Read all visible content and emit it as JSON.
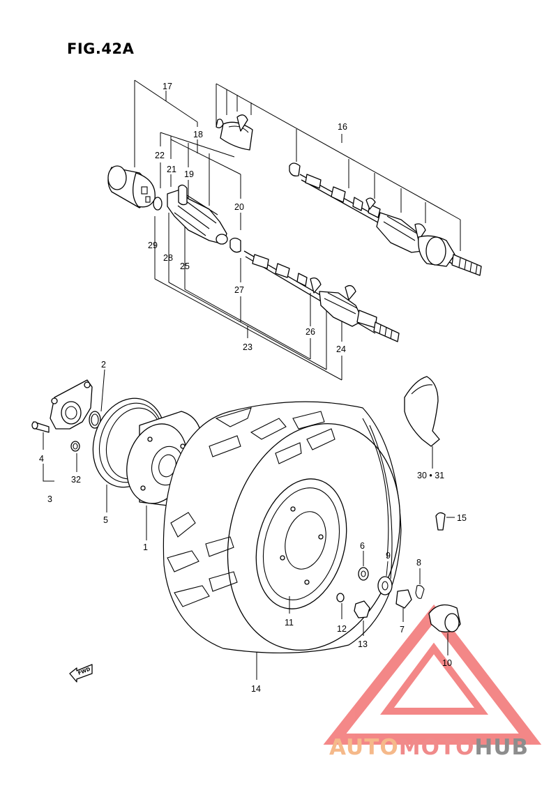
{
  "figure": {
    "title": "FIG.42A"
  },
  "labels": {
    "p1": "1",
    "p2": "2",
    "p3": "3",
    "p4": "4",
    "p5": "5",
    "p6": "6",
    "p7": "7",
    "p8": "8",
    "p9": "9",
    "p10": "10",
    "p11": "11",
    "p12": "12",
    "p13": "13",
    "p14": "14",
    "p15": "15",
    "p16": "16",
    "p17": "17",
    "p18": "18",
    "p19": "19",
    "p20": "20",
    "p21": "21",
    "p22": "22",
    "p23": "23",
    "p24": "24",
    "p25": "25",
    "p26": "26",
    "p27": "27",
    "p28": "28",
    "p29": "29",
    "p30_31": "30 • 31",
    "p32": "32"
  },
  "direction_arrow": {
    "text": "FWD",
    "icon": "fwd-arrow-icon"
  },
  "watermark": {
    "part1": "AUTO",
    "part2": "MOTO",
    "part3": "HUB",
    "colors": {
      "part1": "#f5b98a",
      "part2": "#f08a8a",
      "part3": "#8d8d8d",
      "logo": "#f06060"
    }
  }
}
